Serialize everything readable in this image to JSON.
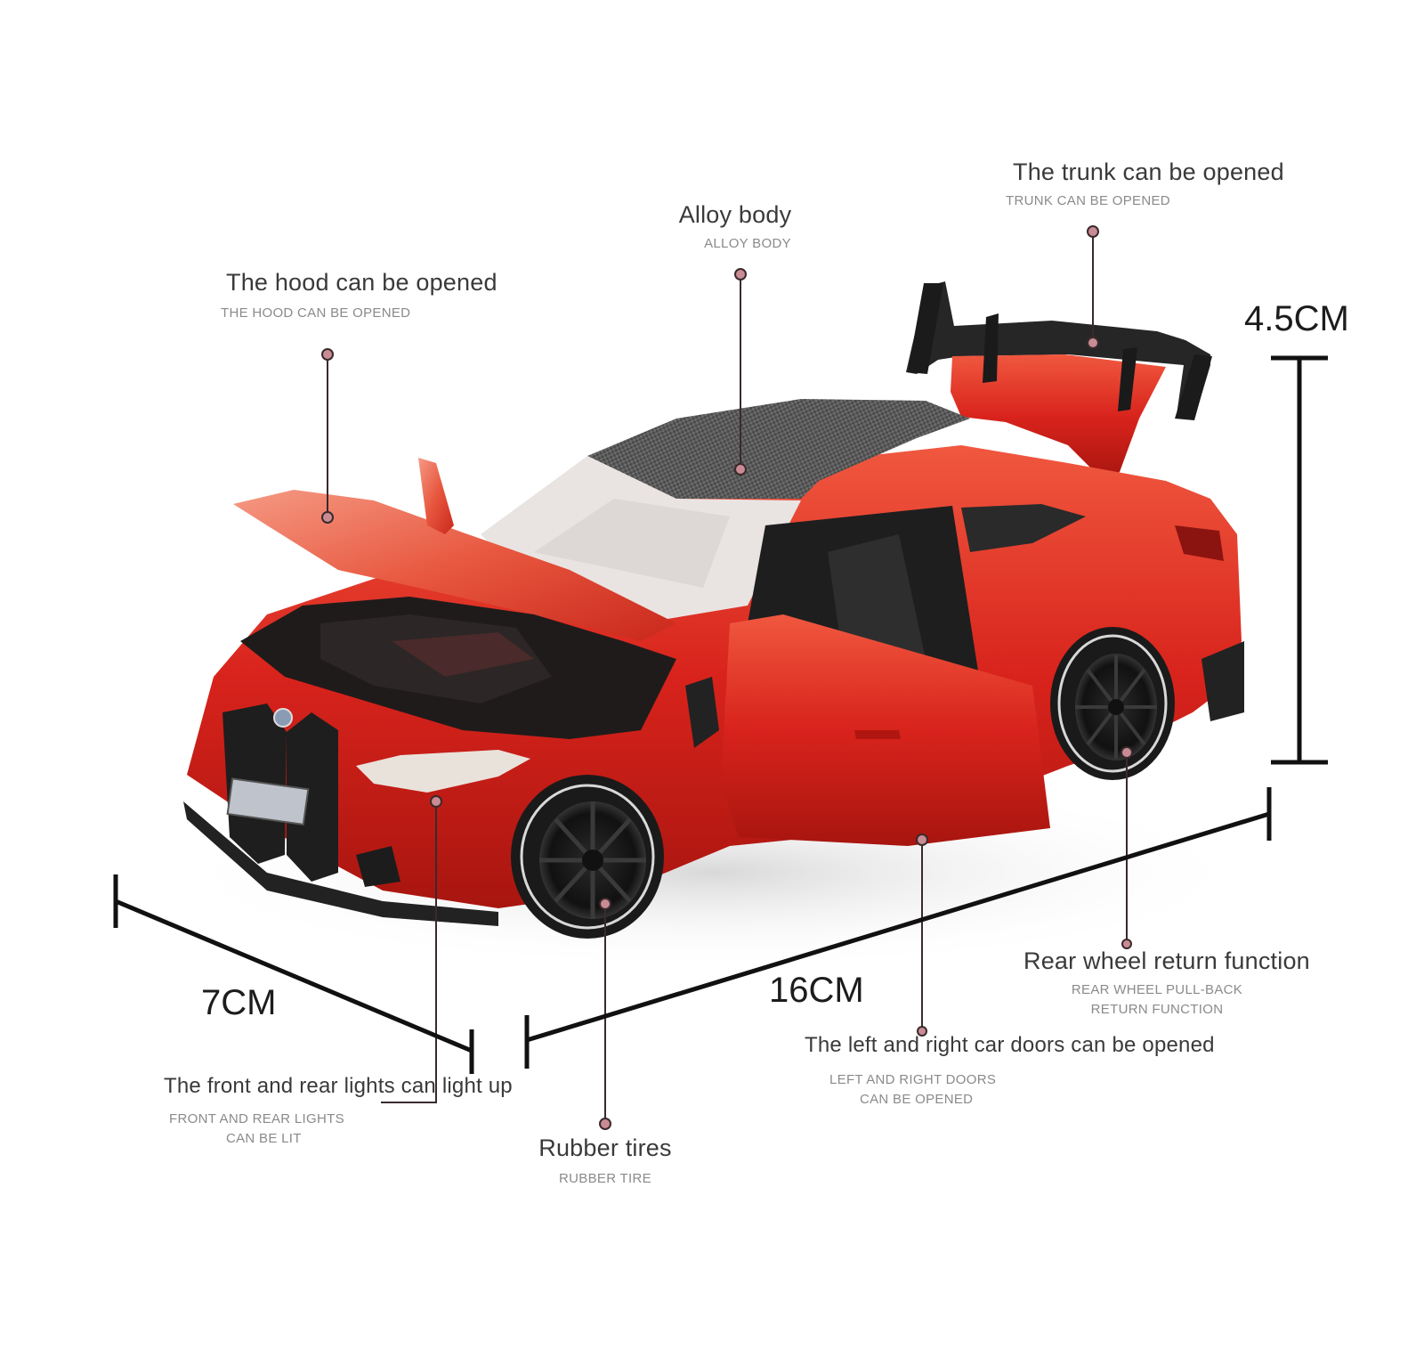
{
  "product": {
    "subject": "Red 1:32 alloy model sports coupe with open hood, doors, trunk and rear wing",
    "colors": {
      "body_red": "#d8231c",
      "body_highlight": "#f06a4e",
      "carbon_roof": "#3b3b3b",
      "wing_black": "#262626",
      "leader_line": "#3a2a2c",
      "leader_dot": "#c98b94",
      "text_main": "#3a3a3a",
      "text_sub": "#8a8a8a"
    }
  },
  "callouts": {
    "trunk": {
      "title": "The trunk can be opened",
      "subtitle": "TRUNK CAN BE OPENED"
    },
    "alloy": {
      "title": "Alloy body",
      "subtitle": "ALLOY BODY"
    },
    "hood": {
      "title": "The hood can be opened",
      "subtitle": "THE HOOD CAN BE OPENED"
    },
    "rear_wheel": {
      "title": "Rear wheel return function",
      "subtitle_line1": "REAR WHEEL PULL-BACK",
      "subtitle_line2": "RETURN FUNCTION"
    },
    "doors": {
      "title": "The left and right car doors can be opened",
      "subtitle_line1": "LEFT AND RIGHT DOORS",
      "subtitle_line2": "CAN BE OPENED"
    },
    "lights": {
      "title": "The front and rear lights can light up",
      "subtitle_line1": "FRONT AND REAR LIGHTS",
      "subtitle_line2": "CAN BE LIT"
    },
    "tires": {
      "title": "Rubber tires",
      "subtitle": "RUBBER TIRE"
    }
  },
  "dimensions": {
    "height": "4.5CM",
    "width": "7CM",
    "length": "16CM"
  }
}
